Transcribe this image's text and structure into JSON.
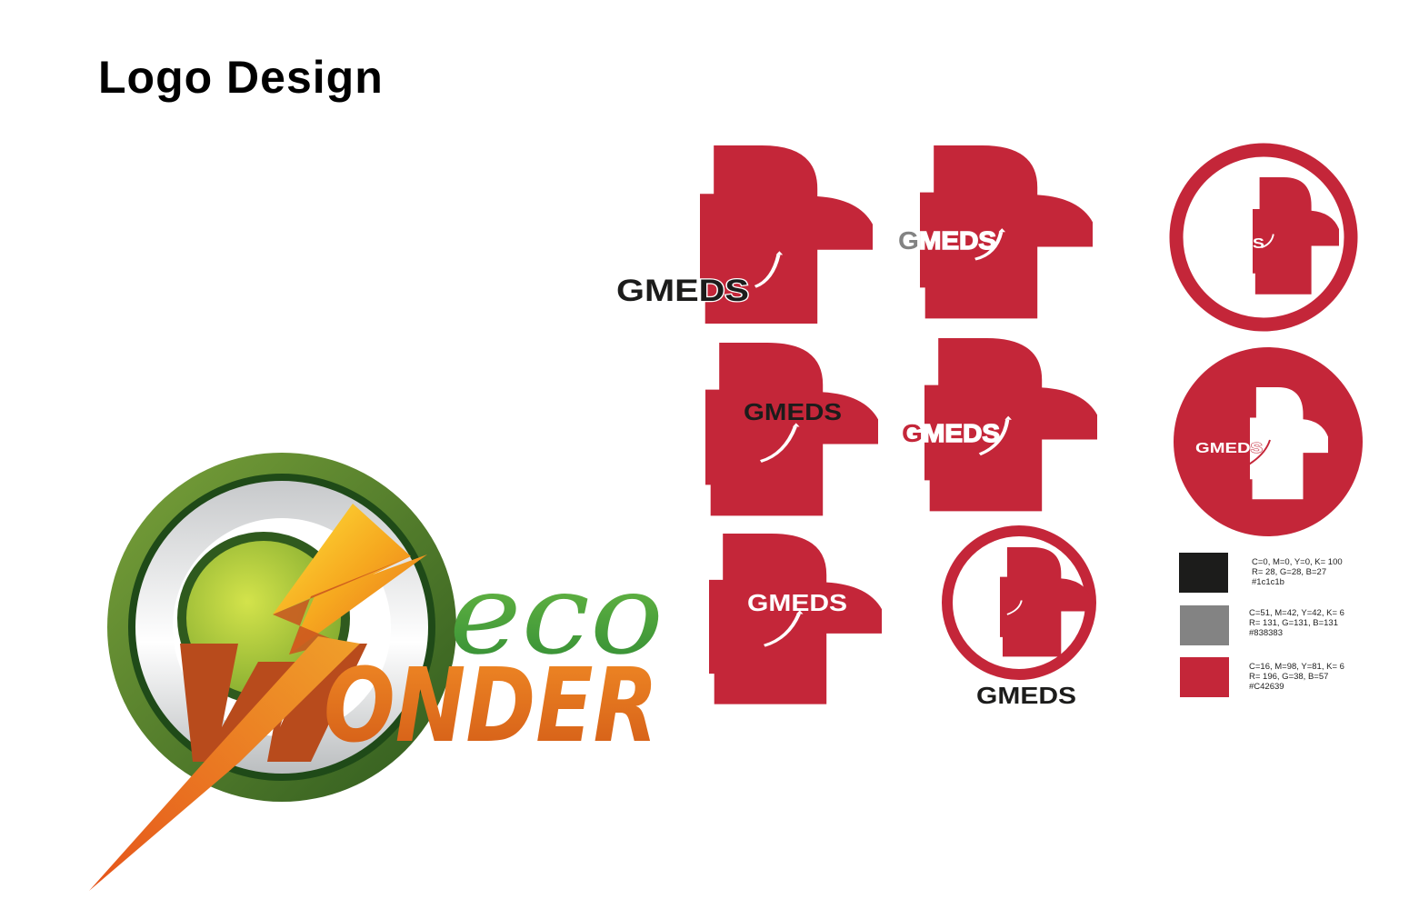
{
  "page": {
    "title": "Logo Design"
  },
  "eco_wonder_logo": {
    "word_eco": "eco",
    "word_wonder": "ONDER"
  },
  "gmeds": {
    "wordmark": "GMEDS",
    "variants": [
      {
        "id": 1,
        "style": "plus with dark wordmark outside left"
      },
      {
        "id": 2,
        "style": "plus with gray G and white MEDS"
      },
      {
        "id": 3,
        "style": "plus inside ring, white wordmark"
      },
      {
        "id": 4,
        "style": "plus with dark wordmark inside"
      },
      {
        "id": 5,
        "style": "plus with red G and white MEDS"
      },
      {
        "id": 6,
        "style": "white plus knocked out of solid red circle"
      },
      {
        "id": 7,
        "style": "plus with white wordmark"
      },
      {
        "id": 8,
        "style": "plus in ring with dark wordmark below"
      }
    ]
  },
  "palette": [
    {
      "cmyk": "C=0, M=0, Y=0, K= 100",
      "rgb": "R= 28, G=28, B=27",
      "hex": "#1c1c1b",
      "color": "#1c1c1b"
    },
    {
      "cmyk": "C=51, M=42, Y=42, K= 6",
      "rgb": "R= 131, G=131, B=131",
      "hex": "#838383",
      "color": "#838383"
    },
    {
      "cmyk": "C=16, M=98, Y=81, K= 6",
      "rgb": "R= 196, G=38, B=57",
      "hex": "#C42639",
      "color": "#C42639"
    }
  ]
}
